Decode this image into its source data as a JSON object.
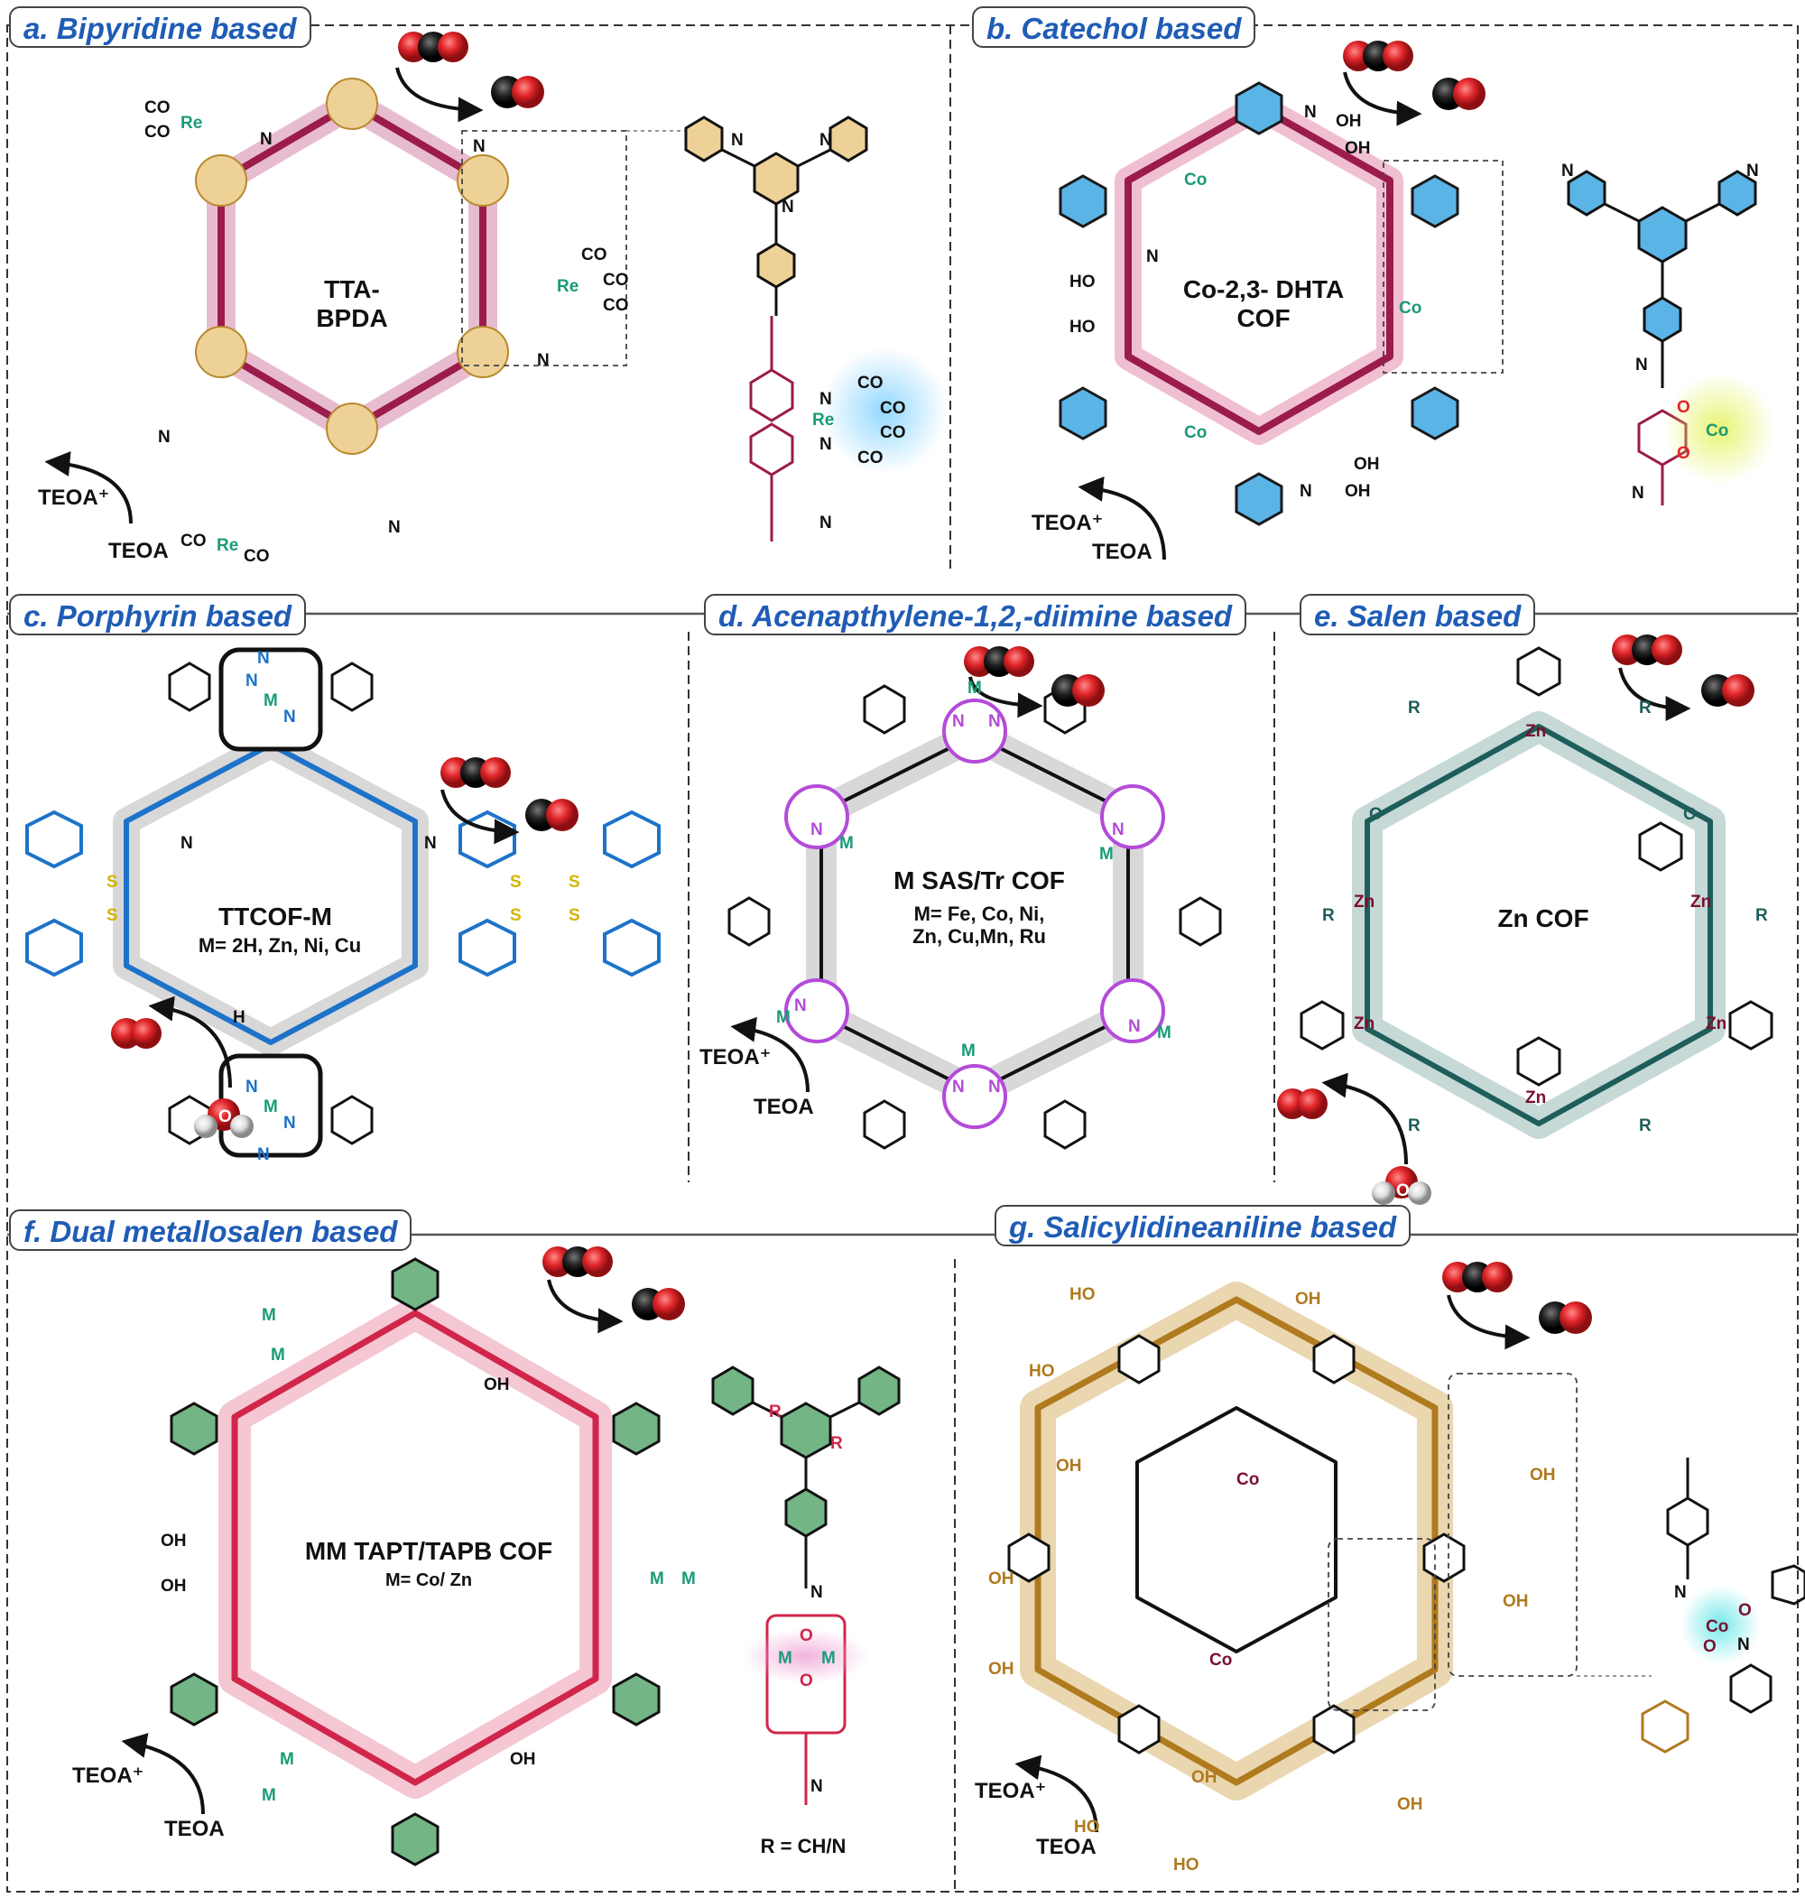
{
  "panels": {
    "a": {
      "tag": "a. Bipyridine based",
      "cof_name": "TTA-\nBPDA",
      "teoa_plus": "TEOA⁺",
      "teoa": "TEOA"
    },
    "b": {
      "tag": "b. Catechol based",
      "cof_name": "Co-2,3- DHTA\nCOF",
      "teoa_plus": "TEOA⁺",
      "teoa": "TEOA"
    },
    "c": {
      "tag": "c. Porphyrin based",
      "cof_name": "TTCOF-M",
      "metal_note": "M= 2H, Zn, Ni, Cu"
    },
    "d": {
      "tag": "d. Acenapthylene-1,2,-diimine based",
      "cof_name": "M SAS/Tr COF",
      "metal_note": "M= Fe, Co, Ni,\nZn, Cu,Mn, Ru",
      "teoa_plus": "TEOA⁺",
      "teoa": "TEOA"
    },
    "e": {
      "tag": "e. Salen based",
      "cof_name": "Zn COF"
    },
    "f": {
      "tag": "f. Dual metallosalen based",
      "cof_name": "MM TAPT/TAPB COF",
      "metal_note": "M= Co/ Zn",
      "r_note": "R = CH/N",
      "teoa_plus": "TEOA⁺",
      "teoa": "TEOA"
    },
    "g": {
      "tag": "g. Salicylidineaniline based",
      "teoa_plus": "TEOA⁺",
      "teoa": "TEOA"
    }
  },
  "atoms": {
    "c": "C",
    "o": "O",
    "n": "N",
    "h": "H",
    "m": "M",
    "r": "R",
    "re": "Re",
    "co": "Co",
    "zn": "Zn",
    "s": "S",
    "oh": "OH",
    "ho": "HO",
    "co_ligand": "CO"
  },
  "colors": {
    "tag_text": "#1f5cb5",
    "bipyridine": "#9b1b4a",
    "triazine_core": "#d9a54a",
    "catechol_node": "#5ab4e6",
    "porphyrin_blue": "#1d73c9",
    "acenaphthylene": "#b44bd9",
    "salen": "#1e5e5a",
    "dual_salen": "#d1254a",
    "dual_node": "#74b585",
    "salicylidine": "#b07a1e",
    "metal_green": "#1a9b78",
    "oxygen_red": "#e0262a",
    "carbon_black": "#111111"
  }
}
